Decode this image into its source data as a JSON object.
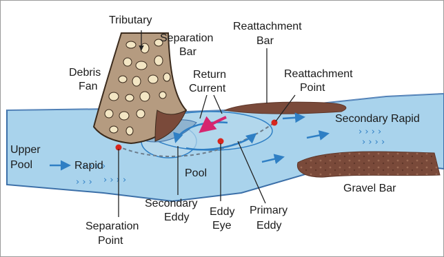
{
  "labels": {
    "tributary": "Tributary",
    "debris_fan_1": "Debris",
    "debris_fan_2": "Fan",
    "separation_bar_1": "Separation",
    "separation_bar_2": "Bar",
    "reattachment_bar_1": "Reattachment",
    "reattachment_bar_2": "Bar",
    "return_current_1": "Return",
    "return_current_2": "Current",
    "reattachment_point_1": "Reattachment",
    "reattachment_point_2": "Point",
    "secondary_rapid": "Secondary Rapid",
    "upper_pool_1": "Upper",
    "upper_pool_2": "Pool",
    "rapid": "Rapid",
    "pool": "Pool",
    "secondary_eddy_1": "Secondary",
    "secondary_eddy_2": "Eddy",
    "primary_eddy_1": "Primary",
    "primary_eddy_2": "Eddy",
    "eddy_eye_1": "Eddy",
    "eddy_eye_2": "Eye",
    "separation_point_1": "Separation",
    "separation_point_2": "Point",
    "gravel_bar": "Gravel Bar"
  },
  "colors": {
    "water": "#a9d3ec",
    "water_edge": "#3b6fa8",
    "flow_arrow": "#2f7fc4",
    "debris_fill": "#b59b80",
    "pebble": "#f3e6c4",
    "bar_brown": "#7a4a3a",
    "point_red": "#d7261e",
    "return_arrow": "#d6256f"
  }
}
